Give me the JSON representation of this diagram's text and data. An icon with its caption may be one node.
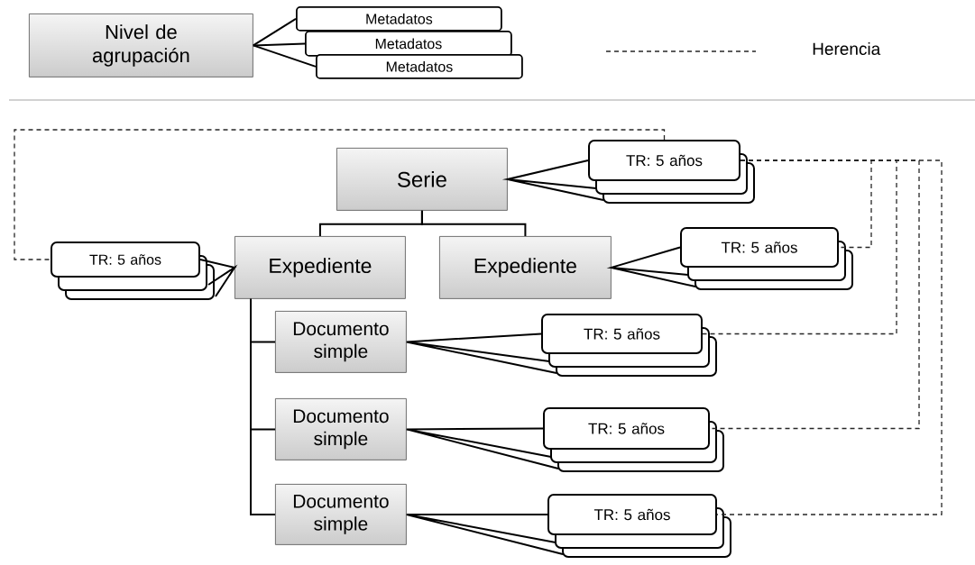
{
  "diagram": {
    "nodes": [
      {
        "text": [
          "Nivel de agrupación"
        ]
      },
      {
        "text": [
          "Metadatos"
        ]
      },
      {
        "text": [
          "Metadatos"
        ]
      },
      {
        "text": [
          "Metadatos"
        ]
      },
      {
        "text": [
          "Serie"
        ]
      },
      {
        "text": [
          "TR: 5 años"
        ]
      },
      {
        "text": [
          "Expediente"
        ]
      },
      {
        "text": [
          "TR: 5 años"
        ]
      },
      {
        "text": [
          "Expediente"
        ]
      },
      {
        "text": [
          "TR: 5 años"
        ]
      },
      {
        "text": [
          "Documento simple"
        ]
      },
      {
        "text": [
          "TR: 5 años"
        ]
      },
      {
        "text": [
          "Documento simple"
        ]
      },
      {
        "text": [
          "TR: 5 años"
        ]
      },
      {
        "text": [
          "Documento simple"
        ]
      },
      {
        "text": [
          "TR: 5 años"
        ]
      }
    ],
    "edges": [
      {
        "from": 0,
        "to": 1,
        "arrow": "none"
      },
      {
        "from": 0,
        "to": 2,
        "arrow": "none"
      },
      {
        "from": 0,
        "to": 3,
        "arrow": "none"
      },
      {
        "from": 4,
        "to": 6,
        "arrow": "none"
      },
      {
        "from": 4,
        "to": 8,
        "arrow": "none"
      },
      {
        "from": 6,
        "to": 10,
        "arrow": "none"
      },
      {
        "from": 6,
        "to": 12,
        "arrow": "none"
      },
      {
        "from": 6,
        "to": 14,
        "arrow": "none"
      },
      {
        "from": 4,
        "to": 5,
        "arrow": "none"
      },
      {
        "from": 6,
        "to": 7,
        "arrow": "none"
      },
      {
        "from": 8,
        "to": 9,
        "arrow": "none"
      },
      {
        "from": 10,
        "to": 11,
        "arrow": "none"
      },
      {
        "from": 12,
        "to": 13,
        "arrow": "none"
      },
      {
        "from": 14,
        "to": 15,
        "arrow": "none"
      },
      {
        "from": 5,
        "to": 7,
        "arrow": "none",
        "style": "dashed"
      },
      {
        "from": 5,
        "to": 9,
        "arrow": "none",
        "style": "dashed"
      },
      {
        "from": 5,
        "to": 11,
        "arrow": "none",
        "style": "dashed"
      },
      {
        "from": 5,
        "to": 13,
        "arrow": "none",
        "style": "dashed"
      },
      {
        "from": 5,
        "to": 15,
        "arrow": "none",
        "style": "dashed"
      }
    ],
    "legend": [
      {
        "text": "Herencia"
      }
    ]
  }
}
